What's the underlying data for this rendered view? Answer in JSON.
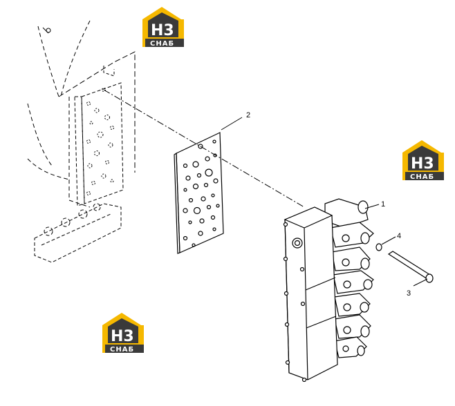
{
  "diagram": {
    "callouts": [
      {
        "id": "1",
        "label": "1"
      },
      {
        "id": "2",
        "label": "2"
      },
      {
        "id": "3",
        "label": "3"
      },
      {
        "id": "4",
        "label": "4"
      }
    ]
  },
  "watermarks": [
    {
      "mark": "Н3",
      "word": "СНАБ"
    },
    {
      "mark": "Н3",
      "word": "СНАБ"
    },
    {
      "mark": "Н3",
      "word": "СНАБ"
    }
  ],
  "colors": {
    "logo_yellow": "#f5b800",
    "logo_dark": "#3a3a3a",
    "line": "#000000"
  },
  "icons": {
    "watermark": "house-logo-icon"
  }
}
